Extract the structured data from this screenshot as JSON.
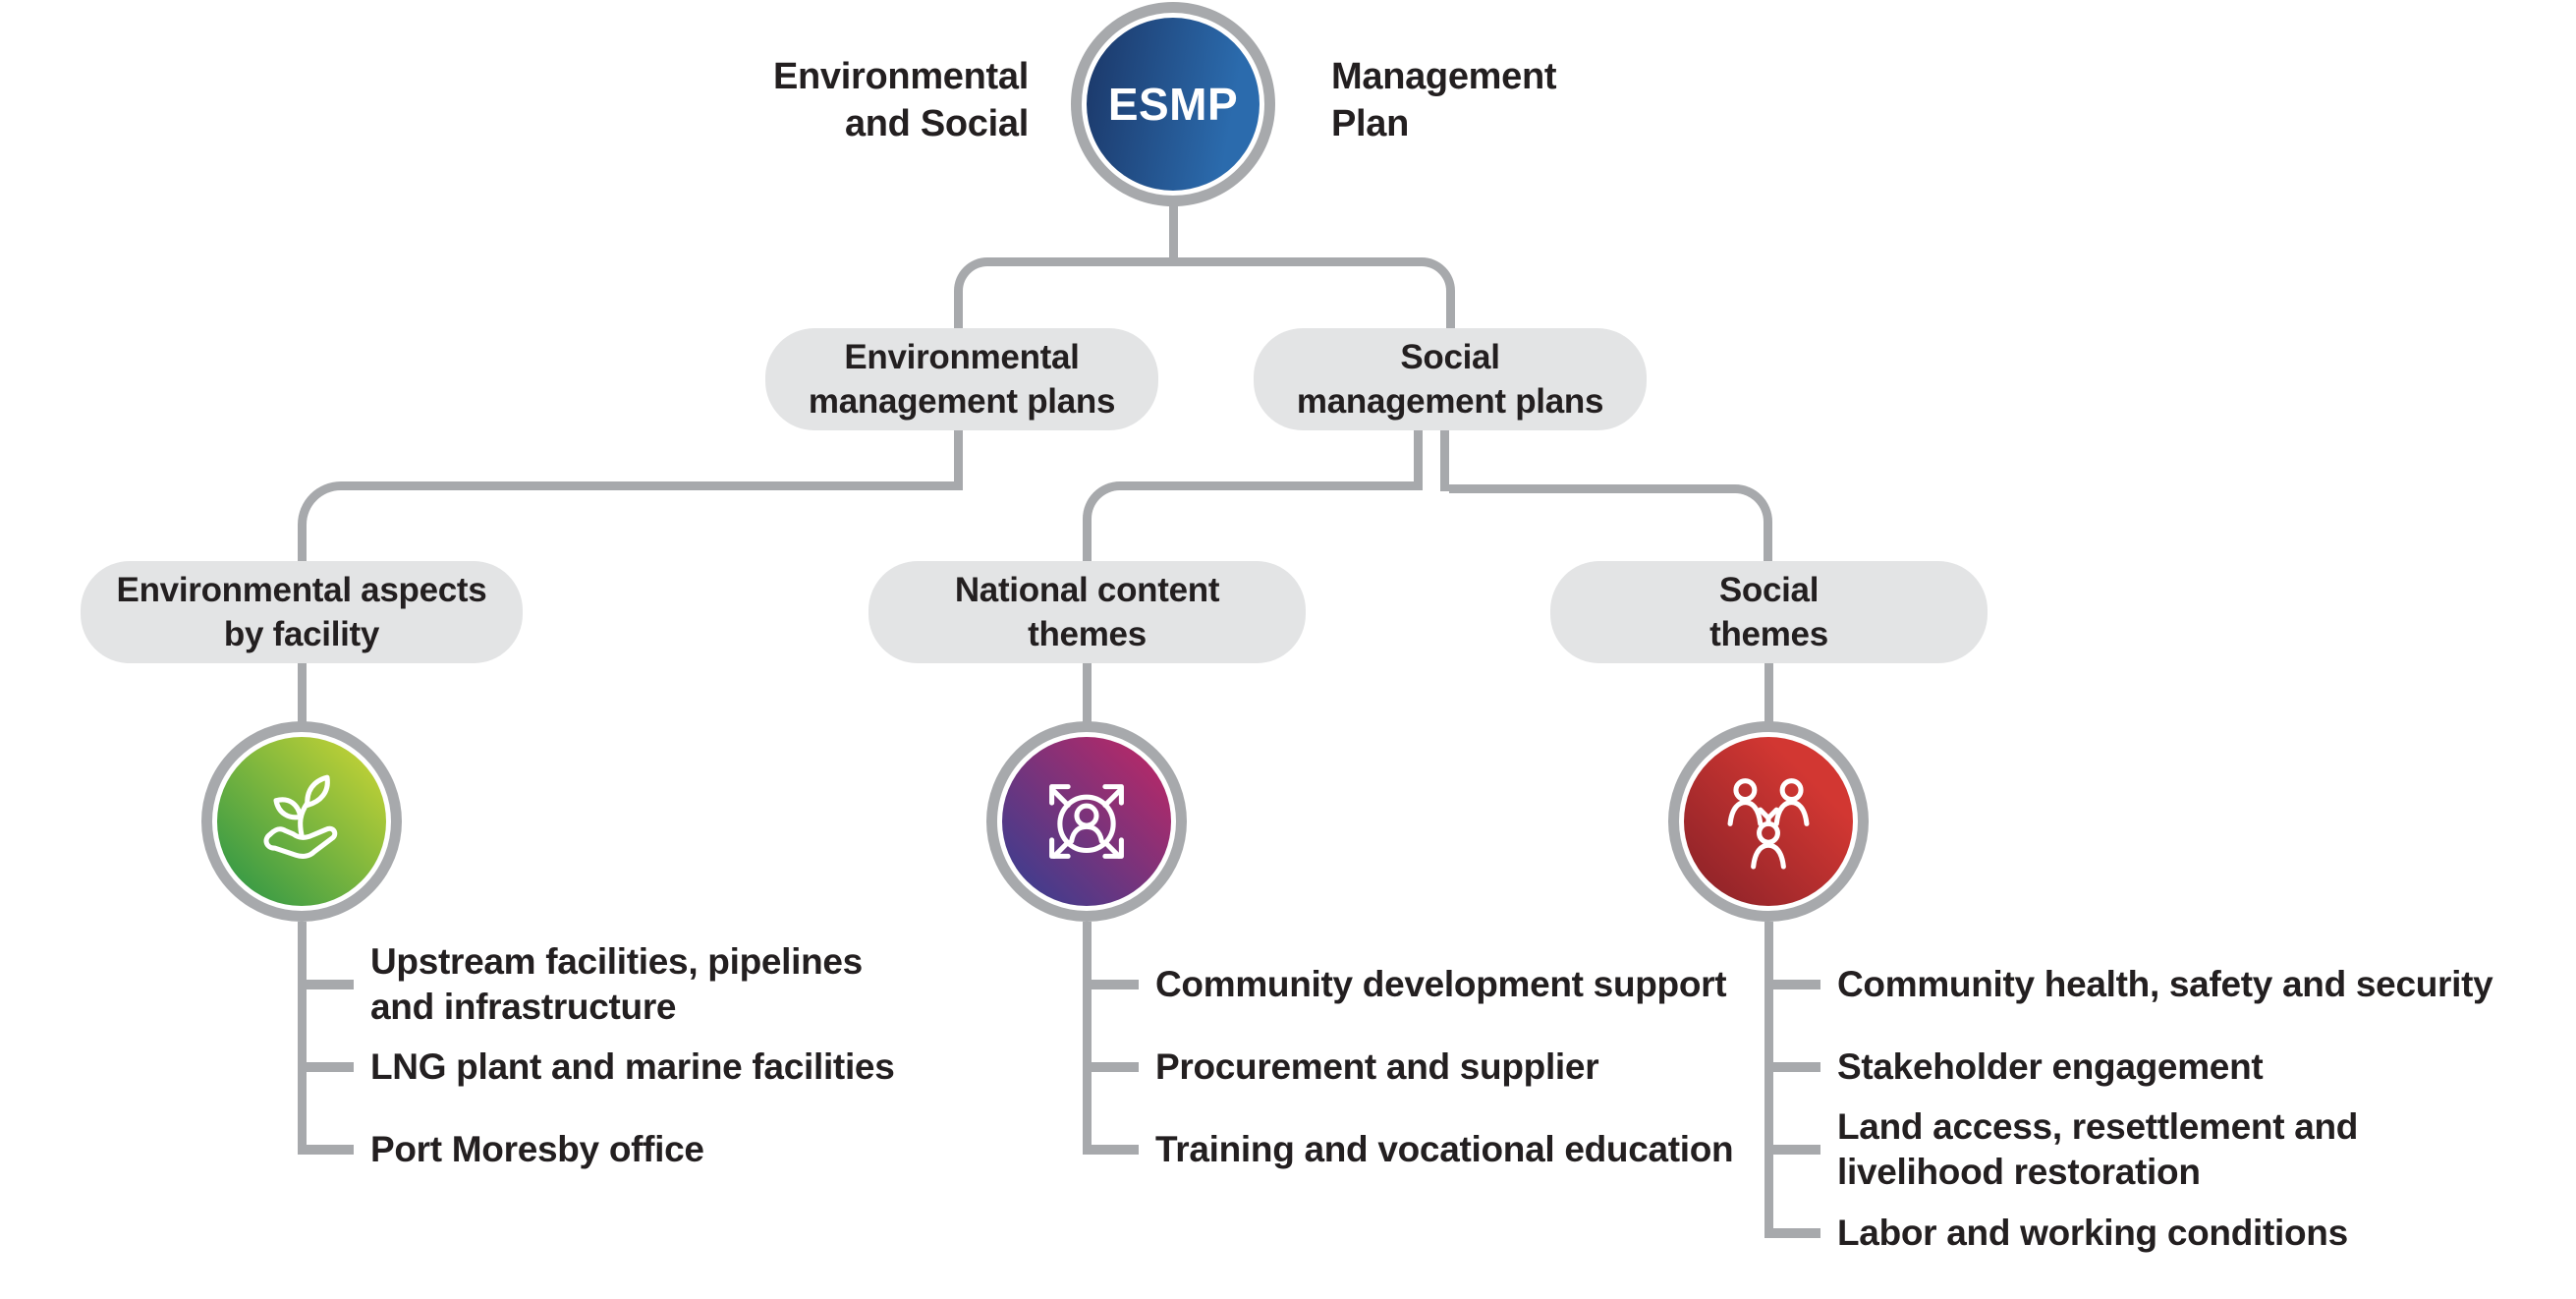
{
  "colors": {
    "line": "#a7a9ac",
    "pill": "#e3e4e5",
    "text": "#231f20",
    "blue_dark": "#1c3a6c",
    "blue_light": "#2b6bad",
    "green_dark": "#3e9d45",
    "green_light": "#c8d435",
    "purple_dark": "#3f3d8e",
    "purple_light": "#b52968",
    "red_dark": "#8e2329",
    "red_light": "#d23732"
  },
  "root": {
    "abbr": "ESMP",
    "left_label_lines": [
      "Environmental",
      "and Social"
    ],
    "right_label_lines": [
      "Management",
      "Plan"
    ]
  },
  "level2": {
    "environmental": {
      "lines": [
        "Environmental",
        "management plans"
      ]
    },
    "social": {
      "lines": [
        "Social",
        "management plans"
      ]
    }
  },
  "branches": {
    "environmental_aspects": {
      "pill_lines": [
        "Environmental aspects",
        "by facility"
      ],
      "icon": "plant-in-hand-icon",
      "items": [
        {
          "lines": [
            "Upstream facilities, pipelines",
            "and infrastructure"
          ]
        },
        {
          "lines": [
            "LNG plant and marine facilities"
          ]
        },
        {
          "lines": [
            "Port Moresby office"
          ]
        }
      ]
    },
    "national_content": {
      "pill_lines": [
        "National content",
        "themes"
      ],
      "icon": "person-expand-arrows-icon",
      "items": [
        {
          "lines": [
            "Community development support"
          ]
        },
        {
          "lines": [
            "Procurement and supplier"
          ]
        },
        {
          "lines": [
            "Training and vocational education"
          ]
        }
      ]
    },
    "social_themes": {
      "pill_lines": [
        "Social",
        "themes"
      ],
      "icon": "three-people-network-icon",
      "items": [
        {
          "lines": [
            "Community health, safety and security"
          ]
        },
        {
          "lines": [
            "Stakeholder engagement"
          ]
        },
        {
          "lines": [
            "Land access, resettlement and",
            "livelihood restoration"
          ]
        },
        {
          "lines": [
            "Labor and working conditions"
          ]
        }
      ]
    }
  }
}
